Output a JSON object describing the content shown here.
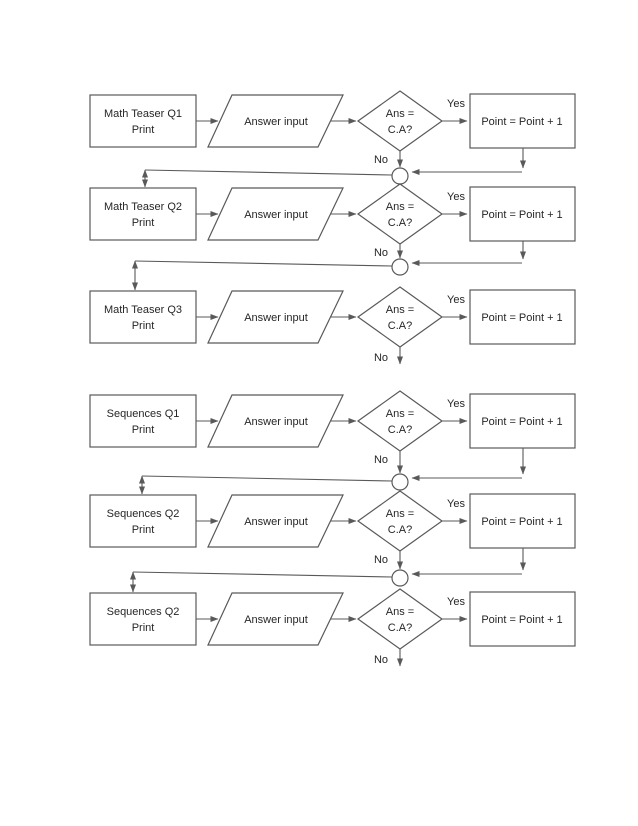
{
  "theme": {
    "stroke": "#595959",
    "text": "#262626",
    "background": "#ffffff"
  },
  "labels": {
    "yes": "Yes",
    "no": "No"
  },
  "rows": [
    {
      "print_line1": "Math Teaser Q1",
      "print_line2": "Print",
      "input": "Answer input",
      "decision_line1": "Ans =",
      "decision_line2": "C.A?",
      "point": "Point = Point + 1"
    },
    {
      "print_line1": "Math Teaser Q2",
      "print_line2": "Print",
      "input": "Answer input",
      "decision_line1": "Ans =",
      "decision_line2": "C.A?",
      "point": "Point = Point + 1"
    },
    {
      "print_line1": "Math Teaser Q3",
      "print_line2": "Print",
      "input": "Answer input",
      "decision_line1": "Ans =",
      "decision_line2": "C.A?",
      "point": "Point = Point + 1"
    },
    {
      "print_line1": "Sequences Q1",
      "print_line2": "Print",
      "input": "Answer input",
      "decision_line1": "Ans =",
      "decision_line2": "C.A?",
      "point": "Point = Point + 1"
    },
    {
      "print_line1": "Sequences Q2",
      "print_line2": "Print",
      "input": "Answer input",
      "decision_line1": "Ans =",
      "decision_line2": "C.A?",
      "point": "Point = Point + 1"
    },
    {
      "print_line1": "Sequences Q2",
      "print_line2": "Print",
      "input": "Answer input",
      "decision_line1": "Ans =",
      "decision_line2": "C.A?",
      "point": "Point = Point + 1"
    }
  ]
}
